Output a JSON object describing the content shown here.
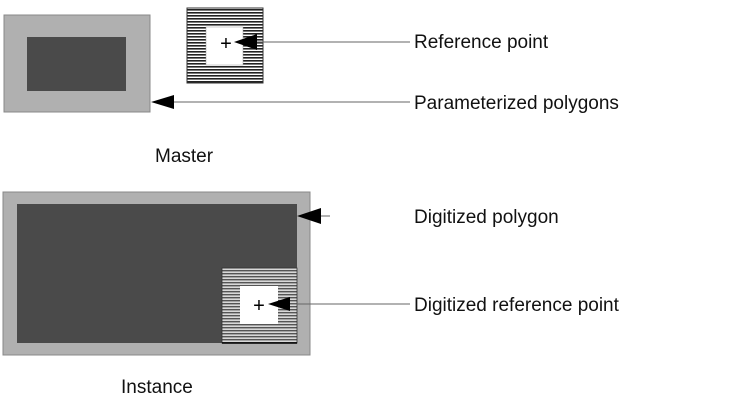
{
  "diagram": {
    "captions": {
      "master": "Master",
      "instance": "Instance"
    },
    "labels": {
      "reference_point": "Reference point",
      "parameterized_polygons": "Parameterized polygons",
      "digitized_polygon": "Digitized polygon",
      "digitized_reference_point": "Digitized reference point"
    },
    "markers": {
      "reference_symbol": "+"
    },
    "colors": {
      "outer_polygon": "#b0b0b0",
      "inner_polygon": "#4a4a4a",
      "hatch_line": "#222222",
      "reference_window": "#ffffff",
      "arrow": "#000000",
      "leader_line": "#666666"
    }
  }
}
